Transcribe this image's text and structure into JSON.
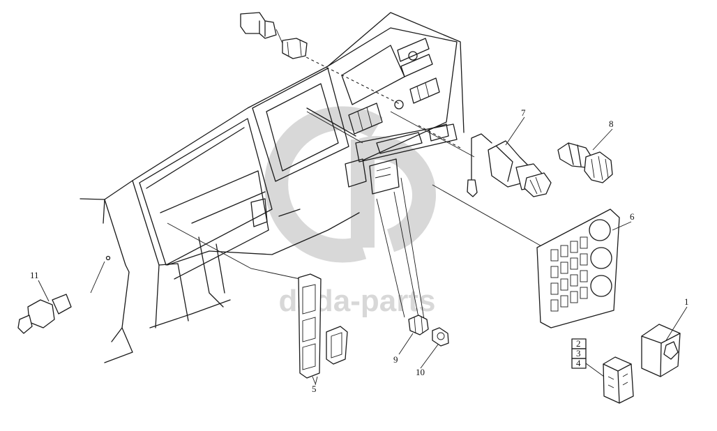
{
  "diagram": {
    "callouts": [
      "1",
      "2",
      "3",
      "4",
      "5",
      "6",
      "7",
      "8",
      "9",
      "10",
      "11"
    ]
  },
  "watermark": {
    "text": "dada-parts",
    "color": "#d8d8d8"
  },
  "colors": {
    "line": "#1a1a1a",
    "background": "#ffffff"
  }
}
